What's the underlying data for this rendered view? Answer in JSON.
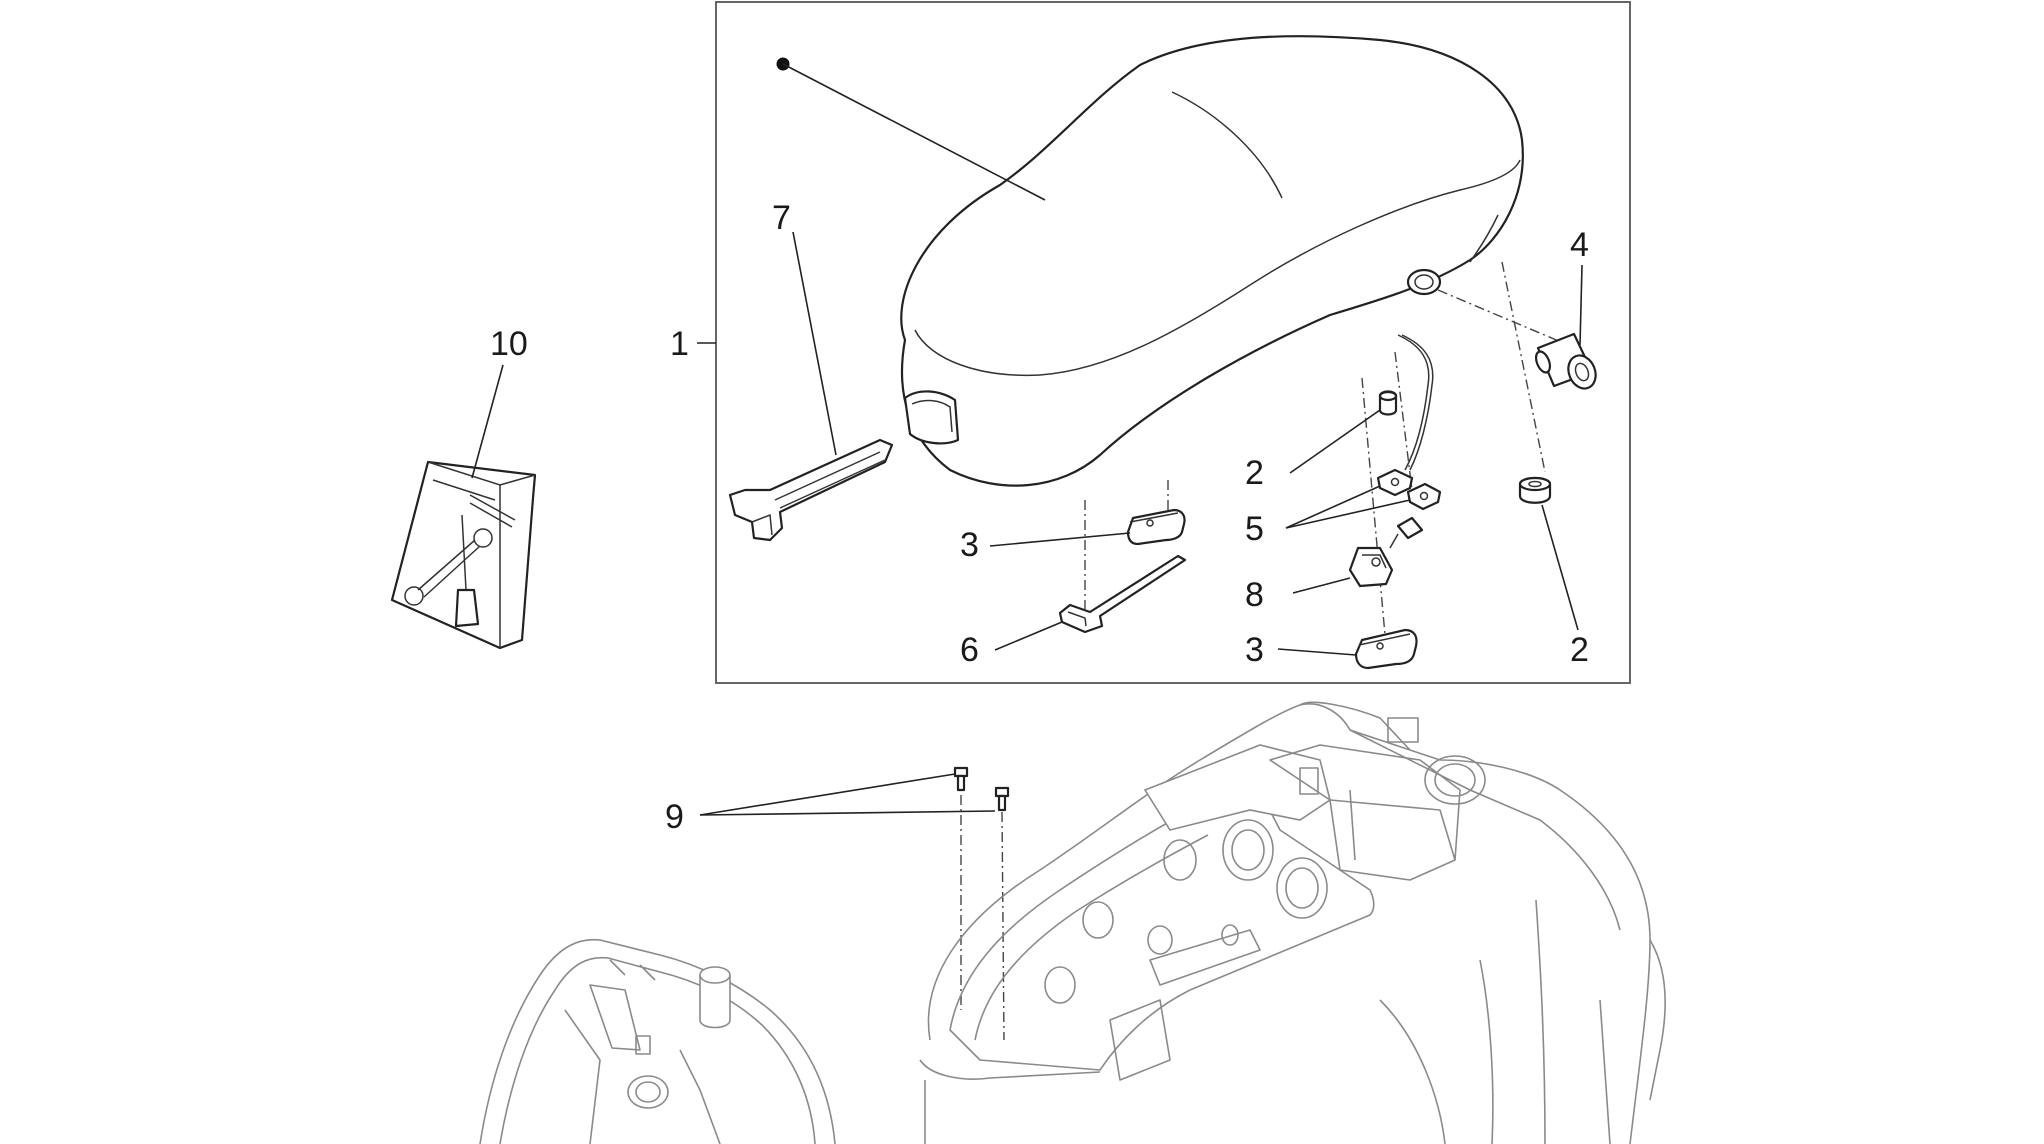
{
  "callouts": {
    "c1": "1",
    "c2a": "2",
    "c2b": "2",
    "c3a": "3",
    "c3b": "3",
    "c4": "4",
    "c5": "5",
    "c6": "6",
    "c7": "7",
    "c8": "8",
    "c9": "9",
    "c10": "10"
  }
}
